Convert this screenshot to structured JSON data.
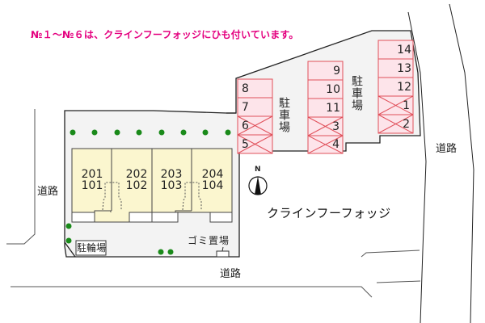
{
  "notice": "№１～№６は、クラインフーフォッジにひも付いています。",
  "colors": {
    "notice": "#e4007f",
    "lot_fill": "#f3f3f3",
    "building_fill": "#fbf6cf",
    "parking_fill": "#fde4ea",
    "parking_line": "#e0505a",
    "tree": "#1a8a1a"
  },
  "roads": {
    "west": "道路",
    "east": "道路",
    "south": "道路"
  },
  "parking_label": "駐車場",
  "parking": {
    "col1": [
      {
        "num": "8",
        "reserved": false
      },
      {
        "num": "7",
        "reserved": false
      },
      {
        "num": "6",
        "reserved": true
      },
      {
        "num": "5",
        "reserved": true
      }
    ],
    "col2": [
      {
        "num": "9",
        "reserved": false
      },
      {
        "num": "10",
        "reserved": false
      },
      {
        "num": "11",
        "reserved": false
      },
      {
        "num": "3",
        "reserved": true
      },
      {
        "num": "4",
        "reserved": true
      }
    ],
    "col3": [
      {
        "num": "14",
        "reserved": false
      },
      {
        "num": "13",
        "reserved": false
      },
      {
        "num": "12",
        "reserved": false
      },
      {
        "num": "1",
        "reserved": true
      },
      {
        "num": "2",
        "reserved": true
      }
    ]
  },
  "units": [
    {
      "upper": "201",
      "lower": "101"
    },
    {
      "upper": "202",
      "lower": "102"
    },
    {
      "upper": "203",
      "lower": "103"
    },
    {
      "upper": "204",
      "lower": "104"
    }
  ],
  "facilities": {
    "bicycle": "駐輪場",
    "garbage": "ゴミ置場"
  },
  "compass": "N",
  "property_name": "クラインフーフォッジ"
}
